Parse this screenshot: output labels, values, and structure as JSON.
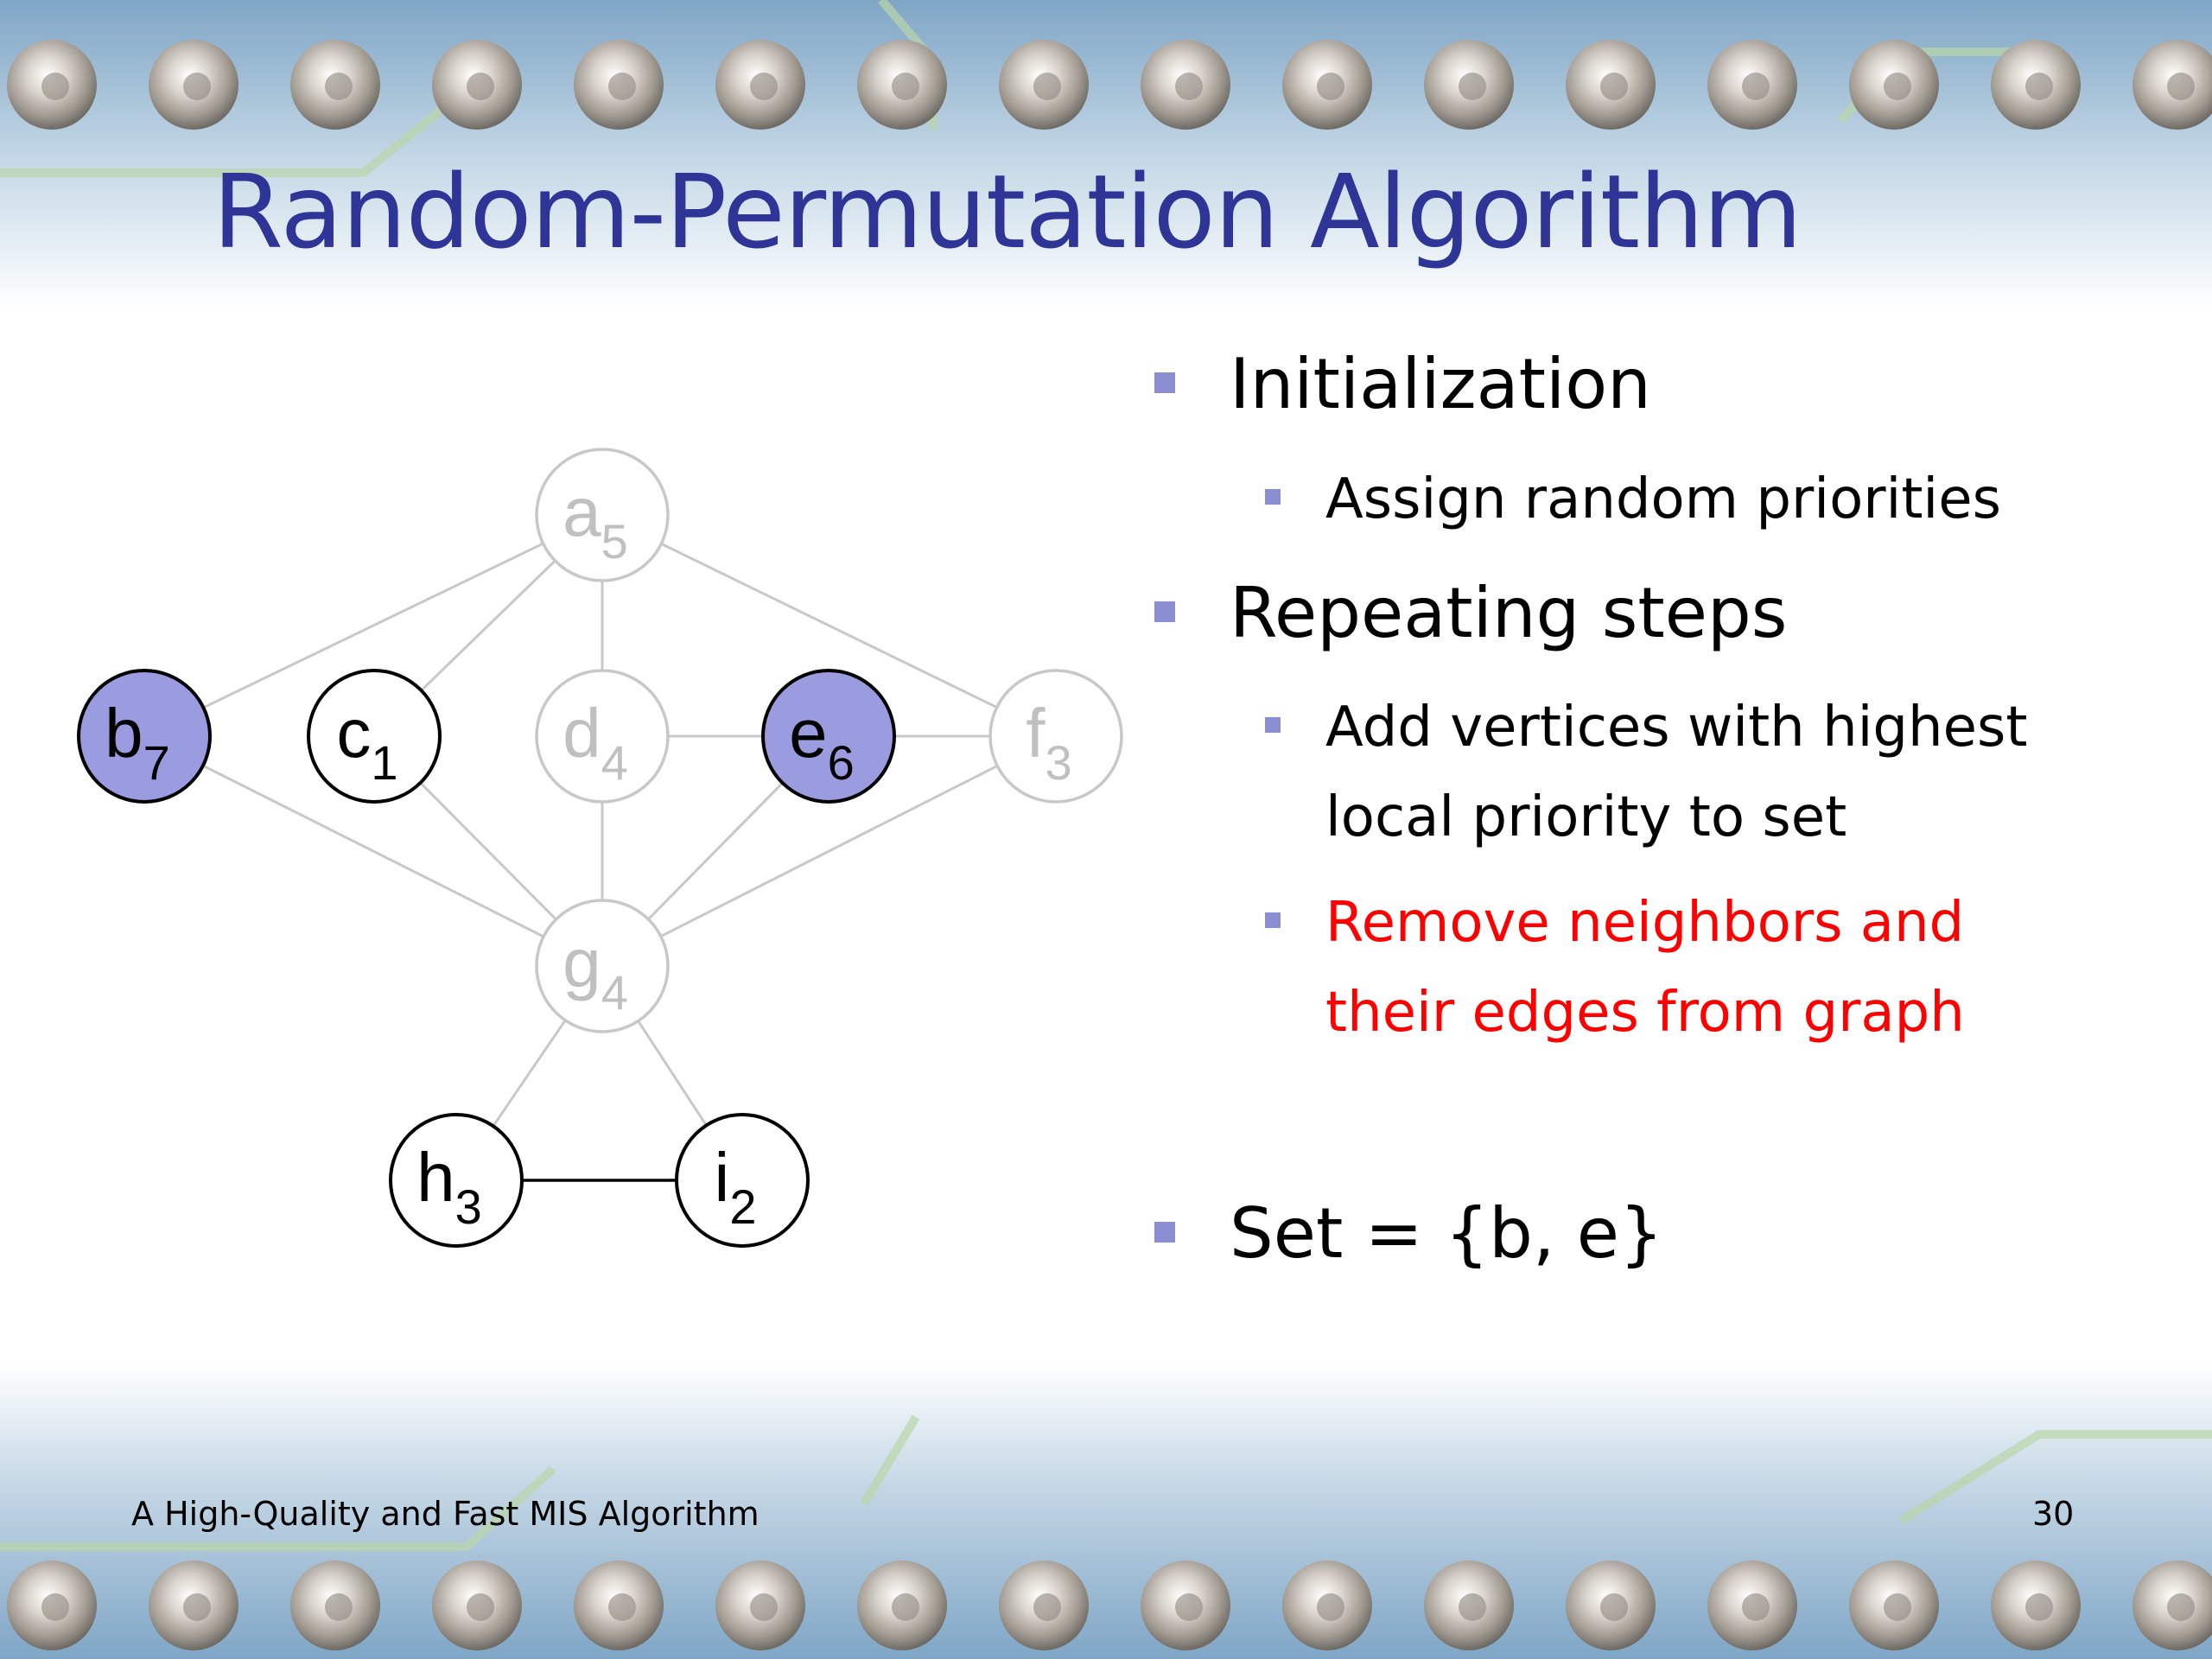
{
  "slide": {
    "title": "Random-Permutation Algorithm",
    "footer": "A High-Quality and Fast MIS Algorithm",
    "page_number": "30"
  },
  "bullets": [
    {
      "level": 1,
      "text": "Initialization",
      "color": "#000000"
    },
    {
      "level": 2,
      "text": "Assign random priorities",
      "color": "#000000"
    },
    {
      "level": 1,
      "text": "Repeating steps",
      "color": "#000000"
    },
    {
      "level": 2,
      "lines": [
        "Add vertices with highest",
        "local priority to set"
      ],
      "color": "#000000"
    },
    {
      "level": 2,
      "lines": [
        "Remove neighbors and",
        "their edges from graph"
      ],
      "color": "#ff0000"
    },
    {
      "level": 1,
      "text": "Set = {b, e}",
      "color": "#000000"
    }
  ],
  "graph": {
    "vertices": [
      {
        "id": "a",
        "letter": "a",
        "priority": "5",
        "state": "removed"
      },
      {
        "id": "b",
        "letter": "b",
        "priority": "7",
        "state": "selected"
      },
      {
        "id": "c",
        "letter": "c",
        "priority": "1",
        "state": "active"
      },
      {
        "id": "d",
        "letter": "d",
        "priority": "4",
        "state": "removed"
      },
      {
        "id": "e",
        "letter": "e",
        "priority": "6",
        "state": "selected"
      },
      {
        "id": "f",
        "letter": "f",
        "priority": "3",
        "state": "removed"
      },
      {
        "id": "g",
        "letter": "g",
        "priority": "4",
        "state": "removed"
      },
      {
        "id": "h",
        "letter": "h",
        "priority": "3",
        "state": "active"
      },
      {
        "id": "i",
        "letter": "i",
        "priority": "2",
        "state": "active"
      }
    ],
    "edges": [
      {
        "from": "a",
        "to": "b",
        "state": "removed"
      },
      {
        "from": "a",
        "to": "c",
        "state": "removed"
      },
      {
        "from": "a",
        "to": "d",
        "state": "removed"
      },
      {
        "from": "a",
        "to": "f",
        "state": "removed"
      },
      {
        "from": "b",
        "to": "g",
        "state": "removed"
      },
      {
        "from": "c",
        "to": "g",
        "state": "removed"
      },
      {
        "from": "d",
        "to": "e",
        "state": "removed"
      },
      {
        "from": "d",
        "to": "g",
        "state": "removed"
      },
      {
        "from": "e",
        "to": "f",
        "state": "removed"
      },
      {
        "from": "e",
        "to": "g",
        "state": "removed"
      },
      {
        "from": "f",
        "to": "g",
        "state": "removed"
      },
      {
        "from": "g",
        "to": "h",
        "state": "removed"
      },
      {
        "from": "g",
        "to": "i",
        "state": "removed"
      },
      {
        "from": "h",
        "to": "i",
        "state": "active"
      }
    ],
    "colors": {
      "selected_fill": "#9b9be0",
      "active_stroke": "#000000",
      "removed_stroke": "#c8c8c8",
      "removed_text": "#c0c0c0"
    }
  }
}
